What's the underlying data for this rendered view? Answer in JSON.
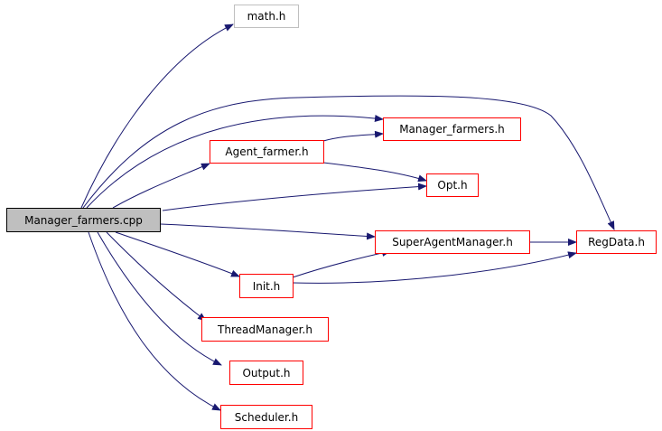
{
  "colors": {
    "edge": "#191970",
    "node_border": "#ff0000",
    "root_fill": "#bfbfbf",
    "external_border": "#bfbfbf"
  },
  "nodes": {
    "manager_farmers_cpp": "Manager_farmers.cpp",
    "math_h": "math.h",
    "manager_farmers_h": "Manager_farmers.h",
    "agent_farmer_h": "Agent_farmer.h",
    "opt_h": "Opt.h",
    "super_agent_manager_h": "SuperAgentManager.h",
    "regdata_h": "RegData.h",
    "init_h": "Init.h",
    "thread_manager_h": "ThreadManager.h",
    "output_h": "Output.h",
    "scheduler_h": "Scheduler.h"
  },
  "edges": [
    [
      "manager_farmers_cpp",
      "math_h"
    ],
    [
      "manager_farmers_cpp",
      "manager_farmers_h"
    ],
    [
      "manager_farmers_cpp",
      "regdata_h"
    ],
    [
      "manager_farmers_cpp",
      "agent_farmer_h"
    ],
    [
      "manager_farmers_cpp",
      "opt_h"
    ],
    [
      "manager_farmers_cpp",
      "super_agent_manager_h"
    ],
    [
      "manager_farmers_cpp",
      "init_h"
    ],
    [
      "manager_farmers_cpp",
      "thread_manager_h"
    ],
    [
      "manager_farmers_cpp",
      "output_h"
    ],
    [
      "manager_farmers_cpp",
      "scheduler_h"
    ],
    [
      "agent_farmer_h",
      "manager_farmers_h"
    ],
    [
      "agent_farmer_h",
      "opt_h"
    ],
    [
      "super_agent_manager_h",
      "regdata_h"
    ],
    [
      "init_h",
      "super_agent_manager_h"
    ],
    [
      "init_h",
      "regdata_h"
    ]
  ]
}
